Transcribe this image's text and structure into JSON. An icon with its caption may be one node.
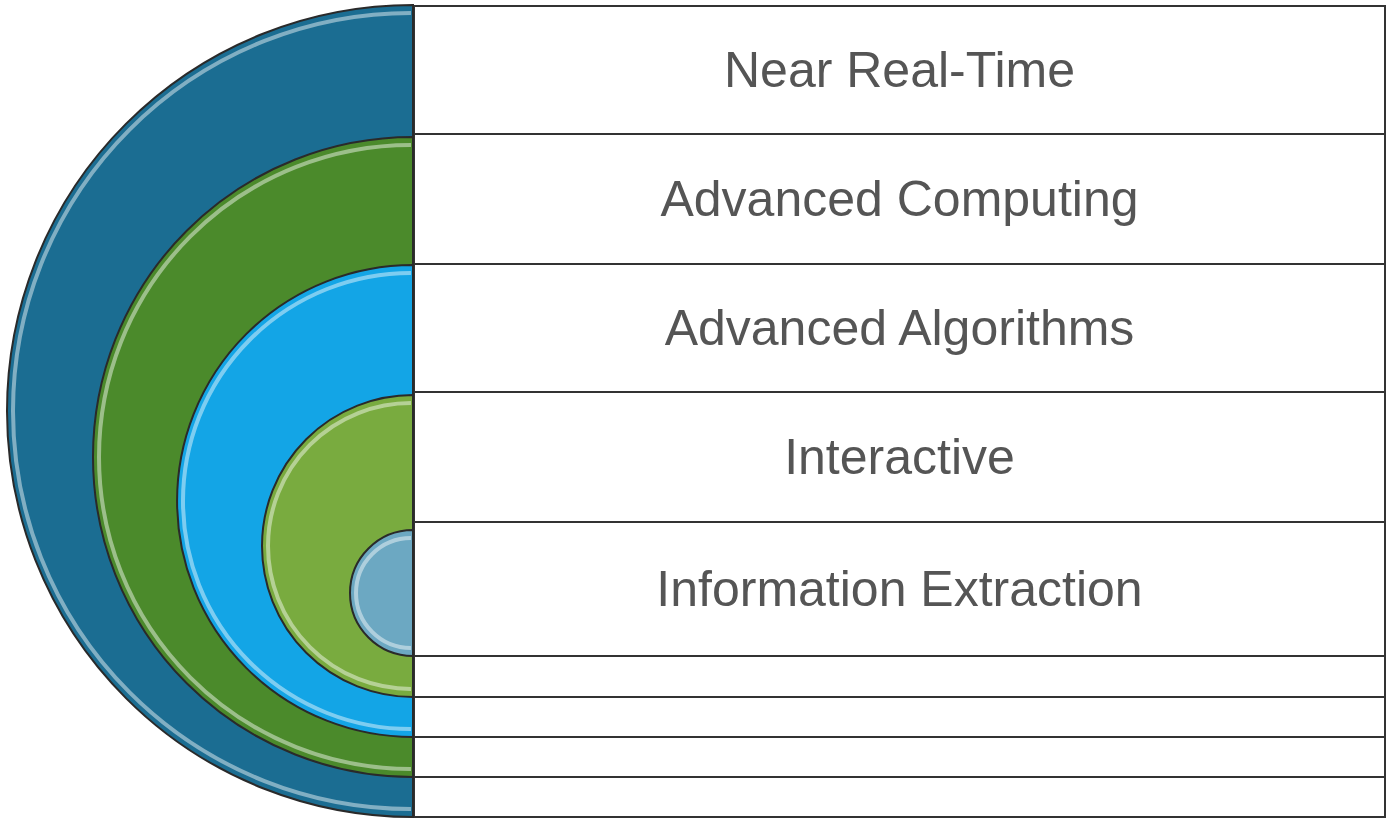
{
  "diagram": {
    "nodes": [
      {
        "text": [
          "Near Real-Time"
        ]
      },
      {
        "text": [
          "Advanced Computing"
        ]
      },
      {
        "text": [
          "Advanced Algorithms"
        ]
      },
      {
        "text": [
          "Interactive"
        ]
      },
      {
        "text": [
          "Information Extraction"
        ]
      },
      {
        "text": [],
        "shape": "box"
      },
      {
        "text": [],
        "shape": "box"
      },
      {
        "text": [],
        "shape": "box"
      },
      {
        "text": [],
        "shape": "box"
      },
      {
        "text": [],
        "shape": "semicircle"
      },
      {
        "text": [],
        "shape": "semicircle",
        "in": 9
      },
      {
        "text": [],
        "shape": "semicircle",
        "in": 10
      },
      {
        "text": [],
        "shape": "semicircle",
        "in": 11
      },
      {
        "text": [],
        "shape": "semicircle",
        "in": 12
      }
    ]
  }
}
